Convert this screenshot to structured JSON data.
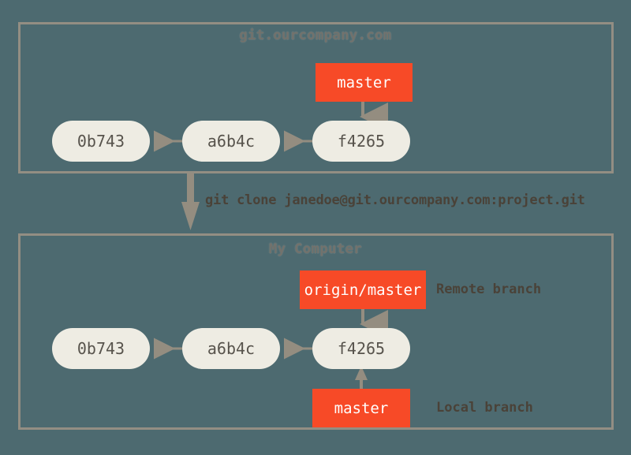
{
  "diagram": {
    "background_color": "#4d6a70",
    "panel_border_color": "#938e83",
    "commit_node_color": "#eeece3",
    "commit_text_color": "#57534c",
    "branch_box_color": "#f74a27",
    "branch_text_color": "#ffffff",
    "arrow_color": "#948d80",
    "annotation_text_color": "#4a4238",
    "panel_title_color": "#77736c"
  },
  "panels": [
    {
      "id": "remote",
      "title": "git.ourcompany.com",
      "commits": [
        "0b743",
        "a6b4c",
        "f4265"
      ],
      "branches": [
        {
          "name": "master",
          "points_to": "f4265",
          "direction": "down"
        }
      ]
    },
    {
      "id": "local",
      "title": "My Computer",
      "commits": [
        "0b743",
        "a6b4c",
        "f4265"
      ],
      "branches": [
        {
          "name": "origin/master",
          "points_to": "f4265",
          "direction": "down",
          "annotation": "Remote branch"
        },
        {
          "name": "master",
          "points_to": "f4265",
          "direction": "up",
          "annotation": "Local branch"
        }
      ]
    }
  ],
  "annotations": {
    "remote_branch": "Remote branch",
    "local_branch": "Local branch"
  },
  "command": "git clone janedoe@git.ourcompany.com:project.git"
}
